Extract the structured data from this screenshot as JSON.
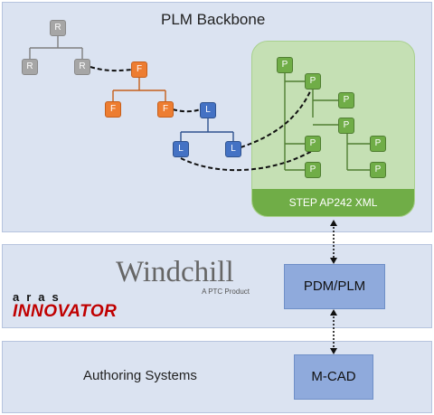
{
  "backbone": {
    "title": "PLM Backbone"
  },
  "step": {
    "label": "STEP AP242 XML"
  },
  "nodes": {
    "R": "R",
    "F": "F",
    "L": "L",
    "P": "P"
  },
  "plm": {
    "windchill": "Windchill",
    "windchill_sub": "A PTC Product",
    "aras_top": "aras",
    "aras_bottom": "INNOVATOR",
    "system_label": "PDM/PLM"
  },
  "authoring": {
    "title": "Authoring Systems",
    "system_label": "M-CAD"
  },
  "colors": {
    "panel": "#dbe3f1",
    "green": "#70ad47",
    "step_bg": "#c5e0b4",
    "blue_box": "#8faadc",
    "orange": "#ed7d31",
    "blue": "#4472c4",
    "gray": "#a6a6a6",
    "aras_red": "#c00000"
  }
}
